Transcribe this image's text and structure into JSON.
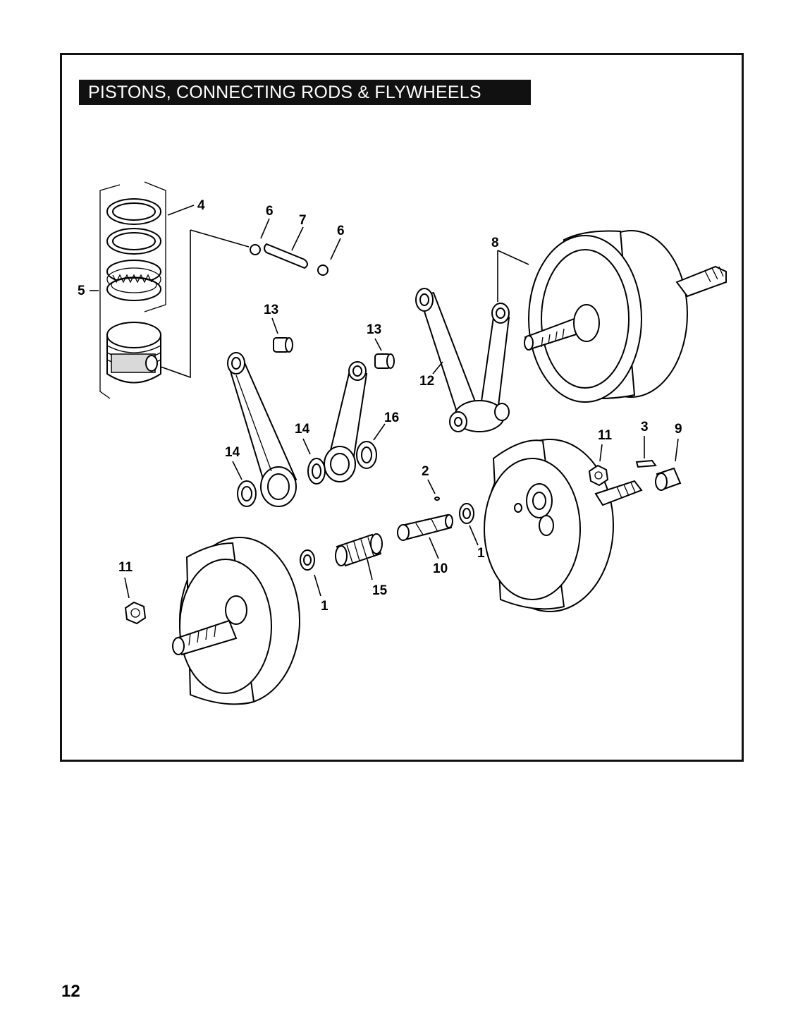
{
  "title": "PISTONS, CONNECTING RODS & FLYWHEELS",
  "page_number": "12",
  "callouts": {
    "c1a": "1",
    "c1b": "1",
    "c2": "2",
    "c3": "3",
    "c4": "4",
    "c5": "5",
    "c6a": "6",
    "c6b": "6",
    "c7": "7",
    "c8": "8",
    "c9": "9",
    "c10": "10",
    "c11a": "11",
    "c11b": "11",
    "c12": "12",
    "c13a": "13",
    "c13b": "13",
    "c14a": "14",
    "c14b": "14",
    "c15": "15",
    "c16": "16"
  }
}
